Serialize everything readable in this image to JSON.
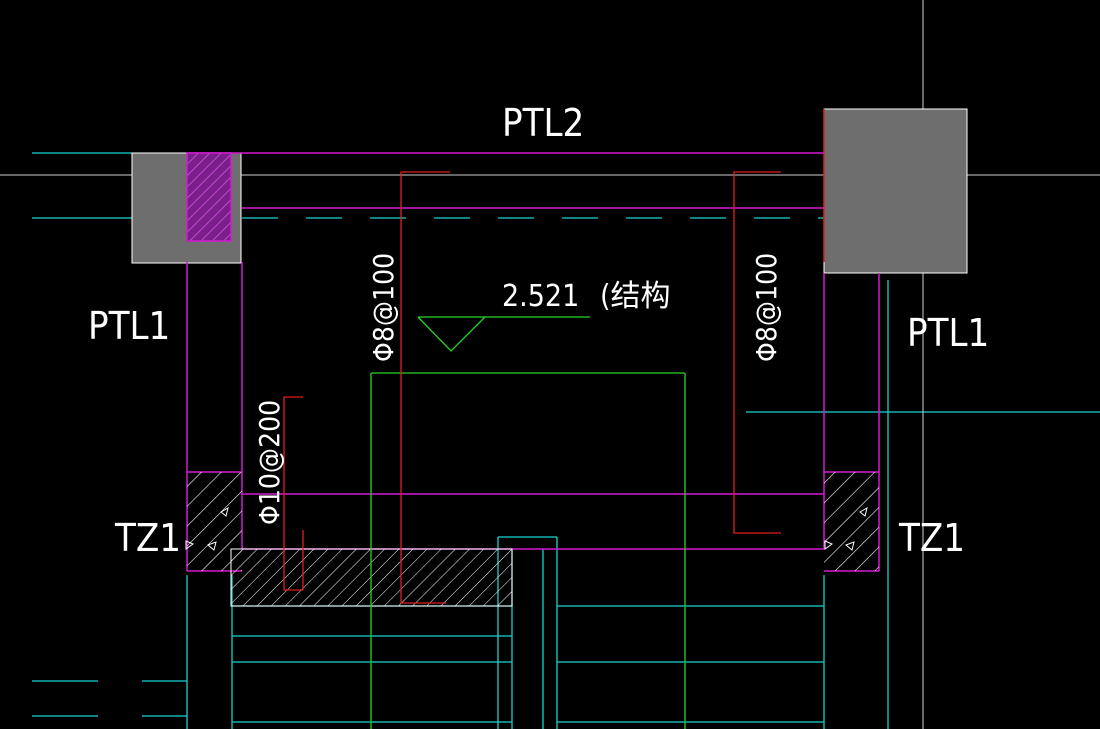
{
  "labels": {
    "ptl2": "PTL2",
    "ptl1_left": "PTL1",
    "ptl1_right": "PTL1",
    "tz1_left": "TZ1",
    "tz1_right": "TZ1",
    "elevation_value": "2.521",
    "elevation_note": "(结构",
    "rebar_left_mid": "Φ8@100",
    "rebar_right_mid": "Φ8@100",
    "rebar_column": "Φ10@200"
  },
  "colors": {
    "background": "#000000",
    "magenta": "#d21ad2",
    "cyan": "#18d2d2",
    "red": "#e01e1e",
    "green": "#28d228",
    "gray_fill": "#6e6e6e",
    "white": "#ffffff",
    "crosshair": "#cfcfcf"
  }
}
